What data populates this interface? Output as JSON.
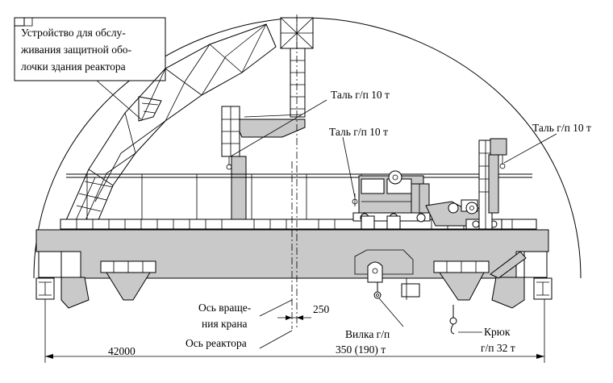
{
  "labels": {
    "device_line1": "Устройство для обслу-",
    "device_line2": "живания защитной обо-",
    "device_line3": "лочки здания реактора",
    "hoist_left": "Таль г/п 10 т",
    "hoist_mid": "Таль г/п 10 т",
    "hoist_right": "Таль г/п 10 т",
    "rotation_axis_line1": "Ось враще-",
    "rotation_axis_line2": "ния крана",
    "reactor_axis": "Ось реактора",
    "fork_line1": "Вилка г/п",
    "fork_line2": "350 (190) т",
    "hook_line1": "Крюк",
    "hook_line2": "г/п 32 т"
  },
  "dimensions": {
    "span": "42000",
    "offset": "250"
  },
  "colors": {
    "structure_fill": "#c9c9c9",
    "line": "#000000",
    "background": "#ffffff"
  }
}
